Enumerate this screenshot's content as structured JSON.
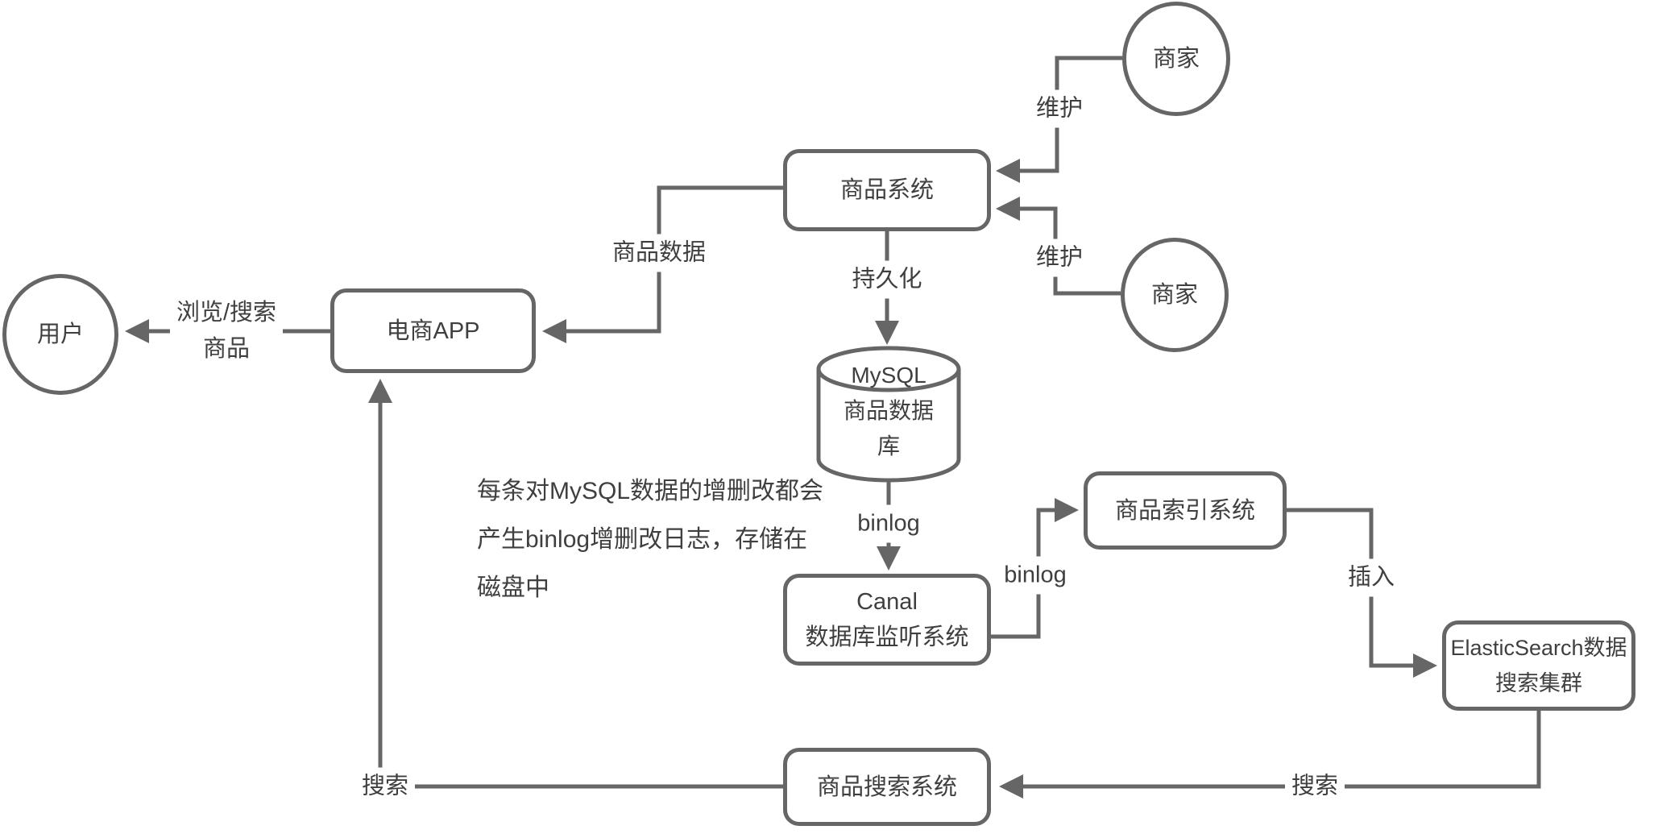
{
  "diagram": {
    "nodes": {
      "user": {
        "label": "用户"
      },
      "app": {
        "label": "电商APP"
      },
      "product_system": {
        "label": "商品系统"
      },
      "merchant_top": {
        "label": "商家"
      },
      "merchant_bottom": {
        "label": "商家"
      },
      "mysql_db": {
        "line1": "MySQL",
        "line2": "商品数据",
        "line3": "库"
      },
      "canal": {
        "line1": "Canal",
        "line2": "数据库监听系统"
      },
      "index_system": {
        "label": "商品索引系统"
      },
      "elastic_cluster": {
        "line1": "ElasticSearch数据",
        "line2": "搜索集群"
      },
      "search_system": {
        "label": "商品搜索系统"
      }
    },
    "edge_labels": {
      "maintain_top": "维护",
      "maintain_bottom": "维护",
      "product_data": "商品数据",
      "browse_line1": "浏览/搜索",
      "browse_line2": "商品",
      "persist": "持久化",
      "binlog_from_mysql": "binlog",
      "binlog_from_canal": "binlog",
      "insert": "插入",
      "search_left": "搜索",
      "search_right": "搜索"
    },
    "note": {
      "line1": "每条对MySQL数据的增删改都会",
      "line2": "产生binlog增删改日志，存储在",
      "line3": "磁盘中"
    },
    "colors": {
      "stroke": "#666666",
      "text": "#3f3f3f",
      "background": "#ffffff"
    }
  }
}
